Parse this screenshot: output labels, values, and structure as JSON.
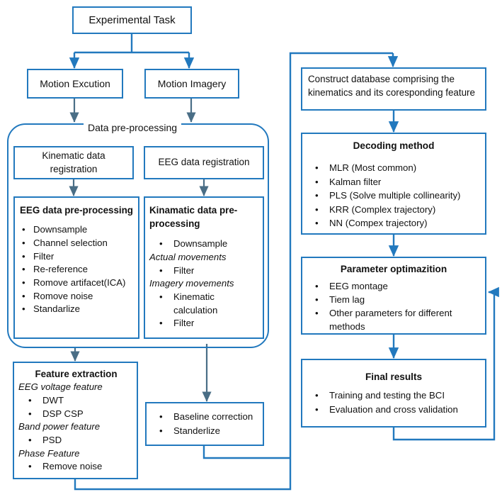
{
  "diagram": {
    "title": "EEG/Kinematics BCI decoding pipeline flowchart",
    "accent_color": "#2279BE",
    "text_color": "#111111",
    "background": "#FFFFFF"
  },
  "nodes": {
    "experimental_task": {
      "label": "Experimental Task"
    },
    "motion_execution": {
      "label": "Motion Excution"
    },
    "motion_imagery": {
      "label": "Motion Imagery"
    },
    "data_preprocessing_group": {
      "label": "Data pre-processing"
    },
    "kinematic_registration": {
      "label": "Kinematic data registration"
    },
    "eeg_registration": {
      "label": "EEG data registration"
    },
    "eeg_preprocessing": {
      "title": "EEG data pre-processing",
      "items": [
        "Downsample",
        "Channel selection",
        "Filter",
        "Re-reference",
        "Romove artifacet(ICA)",
        "Romove noise",
        "Standarlize"
      ]
    },
    "kinematic_preprocessing": {
      "title": "Kinamatic data pre-processing",
      "items_top": [
        "Downsample"
      ],
      "group_actual": "Actual movements",
      "items_actual": [
        "Filter"
      ],
      "group_imagery": "Imagery movements",
      "items_imagery": [
        "Kinematic calculation",
        "Filter"
      ]
    },
    "feature_extraction": {
      "title": "Feature extraction",
      "group_voltage": "EEG voltage feature",
      "items_voltage": [
        "DWT",
        "DSP CSP"
      ],
      "group_bandpower": "Band power feature",
      "items_bandpower": [
        "PSD"
      ],
      "group_phase": "Phase Feature",
      "items_phase": [
        "Remove noise"
      ]
    },
    "baseline": {
      "items": [
        "Baseline correction",
        "Standerlize"
      ]
    },
    "construct_database": {
      "label": "Construct database comprising the kinematics and its coresponding feature"
    },
    "decoding_method": {
      "title": "Decoding method",
      "items": [
        "MLR (Most common)",
        "Kalman filter",
        "PLS (Solve multiple collinearity)",
        "KRR (Complex trajectory)",
        "NN (Compex trajectory)"
      ]
    },
    "parameter_optimization": {
      "title": "Parameter optimazition",
      "items": [
        "EEG montage",
        "Tiem lag",
        "Other parameters for different methods"
      ]
    },
    "final_results": {
      "title": "Final results",
      "items": [
        "Training and testing the BCI",
        "Evaluation and cross validation"
      ]
    }
  }
}
